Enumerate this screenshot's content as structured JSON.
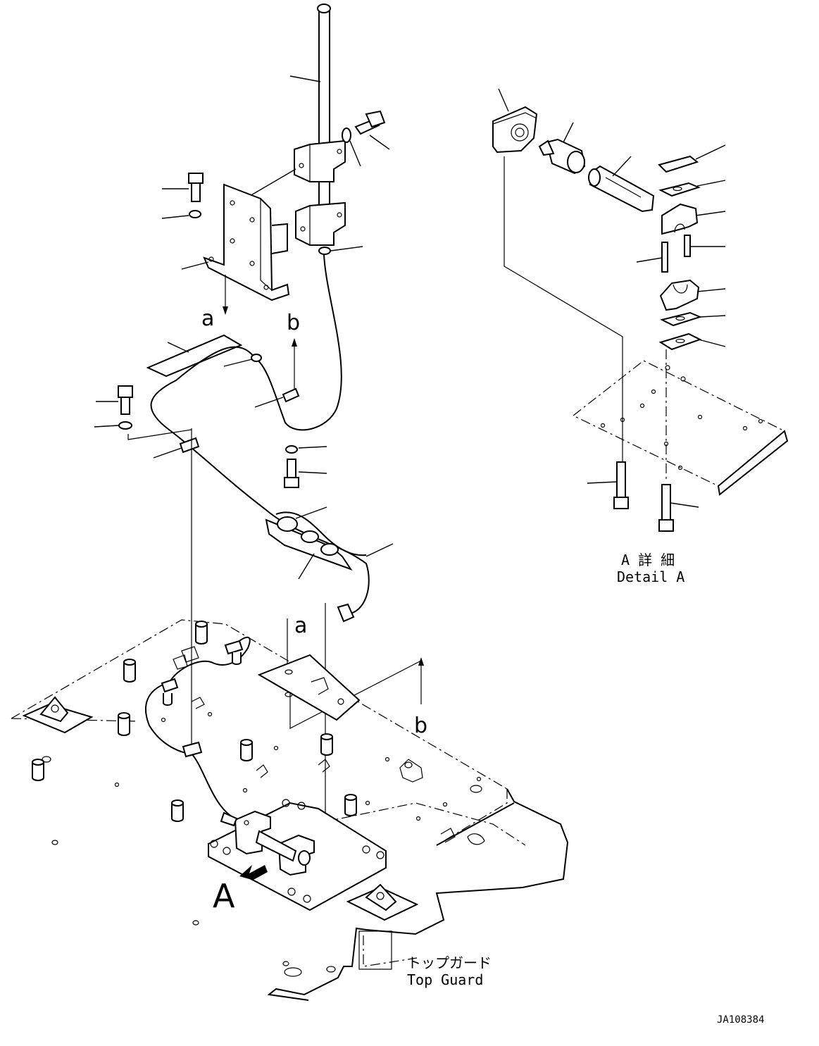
{
  "labels": {
    "ref_a_upper": "a",
    "ref_b_upper": "b",
    "ref_a_lower": "a",
    "ref_b_lower": "b",
    "view_marker": "A",
    "detail_jp": "A 詳 細",
    "detail_en": "Detail A",
    "top_guard_jp": "トップガード",
    "top_guard_en": "Top Guard",
    "drawing_number": "JA108384"
  }
}
